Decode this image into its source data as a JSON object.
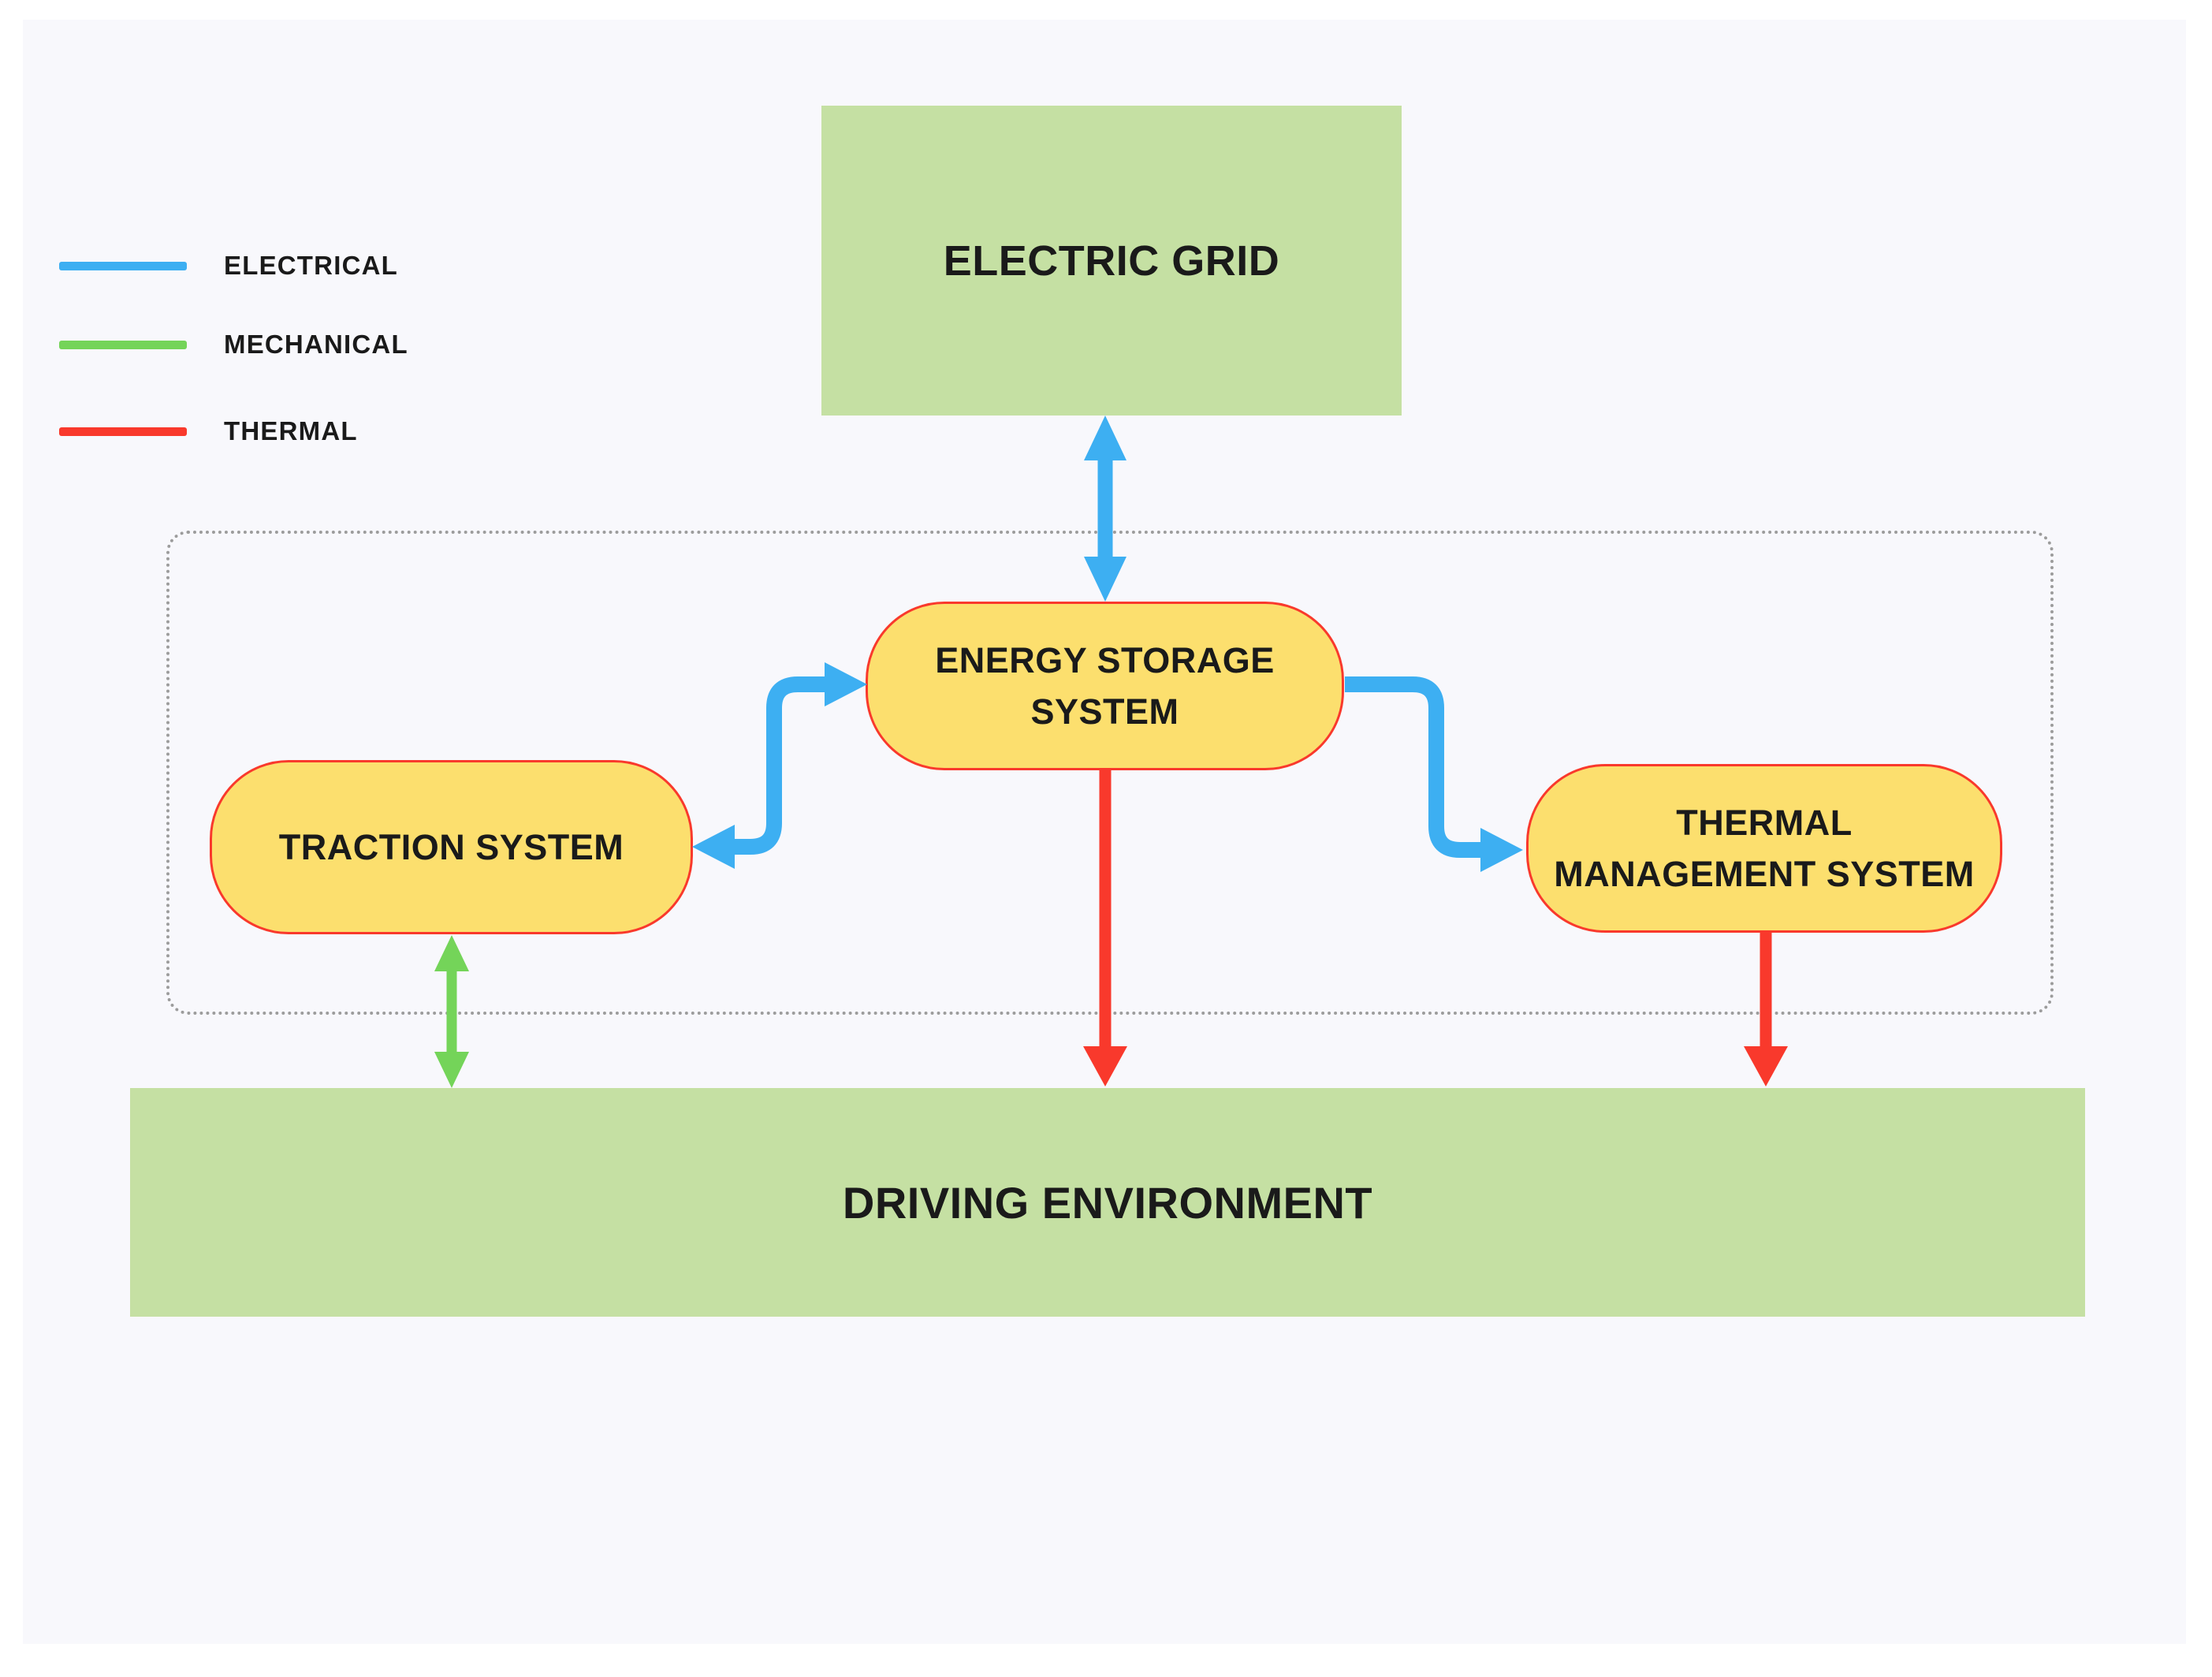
{
  "legend": {
    "items": [
      {
        "id": "electrical",
        "label": "ELECTRICAL",
        "color": "#3DAFF2"
      },
      {
        "id": "mechanical",
        "label": "MECHANICAL",
        "color": "#74D459"
      },
      {
        "id": "thermal",
        "label": "THERMAL",
        "color": "#F9392C"
      }
    ]
  },
  "nodes": {
    "electric_grid": {
      "label": "ELECTRIC GRID"
    },
    "energy_storage": {
      "label": "ENERGY STORAGE SYSTEM"
    },
    "traction": {
      "label": "TRACTION SYSTEM"
    },
    "thermal_management": {
      "label": "THERMAL MANAGEMENT SYSTEM"
    },
    "driving_environment": {
      "label": "DRIVING ENVIRONMENT"
    }
  },
  "edges": [
    {
      "from": "ELECTRIC GRID",
      "to": "ENERGY STORAGE SYSTEM",
      "type": "ELECTRICAL",
      "bidirectional": true
    },
    {
      "from": "ENERGY STORAGE SYSTEM",
      "to": "TRACTION SYSTEM",
      "type": "ELECTRICAL",
      "bidirectional": true
    },
    {
      "from": "ENERGY STORAGE SYSTEM",
      "to": "THERMAL MANAGEMENT SYSTEM",
      "type": "ELECTRICAL",
      "bidirectional": false
    },
    {
      "from": "ENERGY STORAGE SYSTEM",
      "to": "DRIVING ENVIRONMENT",
      "type": "THERMAL",
      "bidirectional": false
    },
    {
      "from": "THERMAL MANAGEMENT SYSTEM",
      "to": "DRIVING ENVIRONMENT",
      "type": "THERMAL",
      "bidirectional": false
    },
    {
      "from": "TRACTION SYSTEM",
      "to": "DRIVING ENVIRONMENT",
      "type": "MECHANICAL",
      "bidirectional": true
    }
  ],
  "colors": {
    "background": "#F8F8FC",
    "node-green": "#C5E0A3",
    "node-yellow": "#FCDF6E",
    "node-border-red": "#F9392C",
    "electrical": "#3DAFF2",
    "mechanical": "#74D459",
    "thermal": "#F9392C",
    "boundary": "#9C9C9C",
    "text": "#1A1A1A"
  }
}
